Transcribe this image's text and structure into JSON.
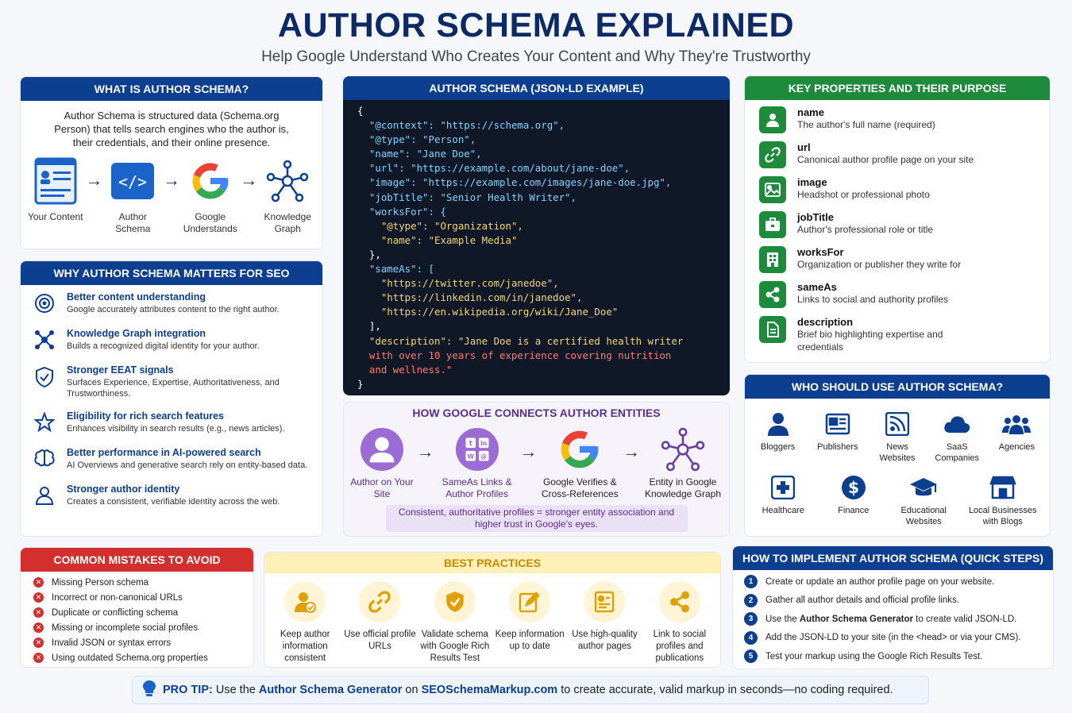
{
  "header": {
    "title": "AUTHOR SCHEMA EXPLAINED",
    "subtitle": "Help Google Understand Who Creates Your Content and Why They're Trustworthy"
  },
  "what": {
    "title": "WHAT IS AUTHOR SCHEMA?",
    "desc": "Author Schema is structured data (Schema.org Person) that tells search engines who the author is, their credentials, and their online presence.",
    "steps": [
      {
        "label": "Your Content"
      },
      {
        "label": "Author Schema"
      },
      {
        "label": "Google Understands"
      },
      {
        "label": "Knowledge Graph"
      }
    ]
  },
  "why": {
    "title": "WHY AUTHOR SCHEMA MATTERS FOR SEO",
    "items": [
      {
        "title": "Better content understanding",
        "desc": "Google accurately attributes content to the right author."
      },
      {
        "title": "Knowledge Graph integration",
        "desc": "Builds a recognized digital identity for your author."
      },
      {
        "title": "Stronger EEAT signals",
        "desc": "Surfaces Experience, Expertise, Authoritativeness, and Trustworthiness."
      },
      {
        "title": "Eligibility for rich search features",
        "desc": "Enhances visibility in search results (e.g., news articles)."
      },
      {
        "title": "Better performance in AI-powered search",
        "desc": "AI Overviews and generative search rely on entity-based data."
      },
      {
        "title": "Stronger author identity",
        "desc": "Creates a consistent, verifiable identity across the web."
      }
    ]
  },
  "code": {
    "title": "AUTHOR SCHEMA (JSON-LD EXAMPLE)",
    "lines": [
      "{",
      "\"@context\": \"https://schema.org\",",
      "\"@type\": \"Person\",",
      "\"name\": \"Jane Doe\",",
      "\"url\": \"https://example.com/about/jane-doe\",",
      "\"image\": \"https://example.com/images/jane-doe.jpg\",",
      "\"jobTitle\": \"Senior Health Writer\",",
      "\"worksFor\": {",
      "\"@type\": \"Organization\",",
      "\"name\": \"Example Media\"",
      "},",
      "\"sameAs\": [",
      "\"https://twitter.com/janedoe\",",
      "\"https://linkedin.com/in/janedoe\",",
      "\"https://en.wikipedia.org/wiki/Jane_Doe\"",
      "],",
      "\"description\": \"Jane Doe is a certified health writer",
      "with over 10 years of experience covering nutrition",
      "and wellness.\"",
      "}"
    ]
  },
  "connect": {
    "title": "HOW GOOGLE CONNECTS AUTHOR ENTITIES",
    "steps": [
      {
        "label": "Author on Your Site"
      },
      {
        "label": "SameAs Links & Author Profiles"
      },
      {
        "label": "Google Verifies & Cross-References"
      },
      {
        "label": "Entity in Google Knowledge Graph"
      }
    ],
    "note": "Consistent, authoritative profiles = stronger entity association and higher trust in Google's eyes."
  },
  "props": {
    "title": "KEY PROPERTIES AND THEIR PURPOSE",
    "items": [
      {
        "name": "name",
        "desc": "The author's full name (required)",
        "icon": "user-icon"
      },
      {
        "name": "url",
        "desc": "Canonical author profile page on your site",
        "icon": "link-icon"
      },
      {
        "name": "image",
        "desc": "Headshot or professional photo",
        "icon": "image-icon"
      },
      {
        "name": "jobTitle",
        "desc": "Author's professional role or title",
        "icon": "briefcase-icon"
      },
      {
        "name": "worksFor",
        "desc": "Organization or publisher they write for",
        "icon": "building-icon"
      },
      {
        "name": "sameAs",
        "desc": "Links to social and authority profiles",
        "icon": "share-icon"
      },
      {
        "name": "description",
        "desc": "Brief bio highlighting expertise and credentials",
        "icon": "document-icon"
      }
    ]
  },
  "who": {
    "title": "WHO SHOULD USE AUTHOR SCHEMA?",
    "items": [
      {
        "label": "Bloggers"
      },
      {
        "label": "Publishers"
      },
      {
        "label": "News Websites"
      },
      {
        "label": "SaaS Companies"
      },
      {
        "label": "Agencies"
      },
      {
        "label": "Healthcare"
      },
      {
        "label": "Finance"
      },
      {
        "label": "Educational Websites"
      },
      {
        "label": "Local Businesses with Blogs"
      }
    ]
  },
  "mistakes": {
    "title": "COMMON MISTAKES TO AVOID",
    "items": [
      "Missing Person schema",
      "Incorrect or non-canonical URLs",
      "Duplicate or conflicting schema",
      "Missing or incomplete social profiles",
      "Invalid JSON or syntax errors",
      "Using outdated Schema.org properties"
    ]
  },
  "best": {
    "title": "BEST PRACTICES",
    "items": [
      {
        "label": "Keep author information consistent"
      },
      {
        "label": "Use official profile URLs"
      },
      {
        "label": "Validate schema with Google Rich Results Test"
      },
      {
        "label": "Keep information up to date"
      },
      {
        "label": "Use high-quality author pages"
      },
      {
        "label": "Link to social profiles and publications"
      }
    ]
  },
  "steps": {
    "title": "HOW TO IMPLEMENT AUTHOR SCHEMA (QUICK STEPS)",
    "items": [
      {
        "num": "1",
        "pre": "Create or update an author profile page on your website.",
        "bold": "",
        "post": ""
      },
      {
        "num": "2",
        "pre": "Gather all author details and official profile links.",
        "bold": "",
        "post": ""
      },
      {
        "num": "3",
        "pre": "Use the ",
        "bold": "Author Schema Generator",
        "post": " to create valid JSON-LD."
      },
      {
        "num": "4",
        "pre": "Add the JSON-LD to your site (in the <head> or via your CMS).",
        "bold": "",
        "post": ""
      },
      {
        "num": "5",
        "pre": "Test your markup using the Google Rich Results Test.",
        "bold": "",
        "post": ""
      }
    ]
  },
  "tip": {
    "label": "PRO TIP:",
    "pre": " Use the ",
    "link1": "Author Schema Generator",
    "mid": " on ",
    "link2": "SEOSchemaMarkup.com",
    "post": " to create accurate, valid markup in seconds—no coding required."
  },
  "colors": {
    "navy": "#0d3f91",
    "green": "#1e8a3b",
    "red": "#d32f2f",
    "purple": "#6a3ea1",
    "gold": "#e0a100"
  }
}
